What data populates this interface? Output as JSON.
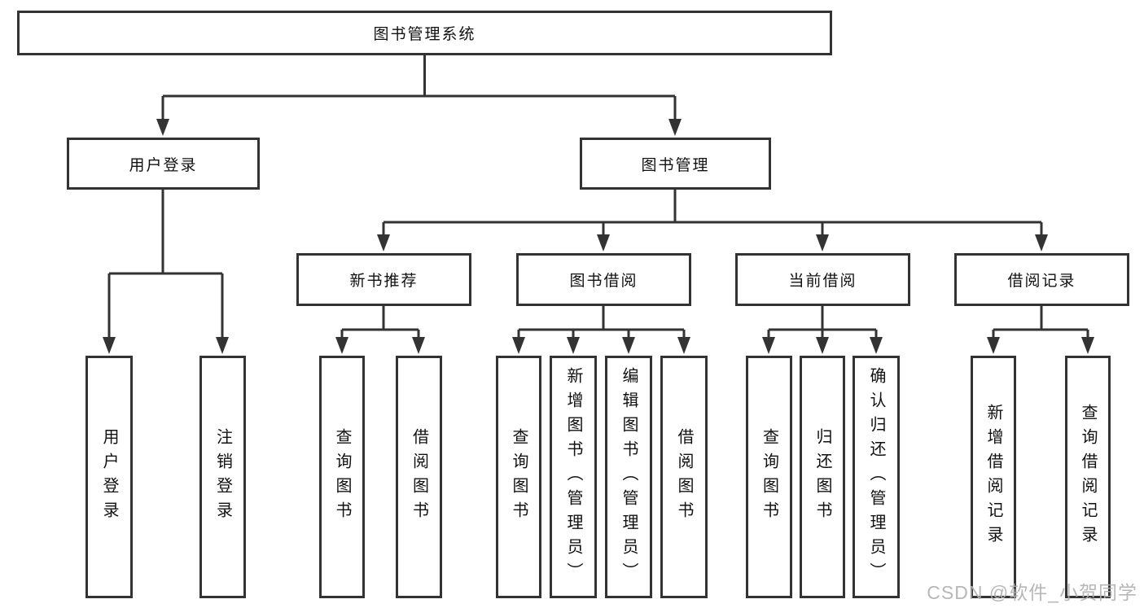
{
  "diagram": {
    "root": {
      "label": "图书管理系统",
      "children": [
        {
          "label": "用户登录",
          "children": [
            {
              "label": "用户登录"
            },
            {
              "label": "注销登录"
            }
          ]
        },
        {
          "label": "图书管理",
          "children": [
            {
              "label": "新书推荐",
              "children": [
                {
                  "label": "查询图书"
                },
                {
                  "label": "借阅图书"
                }
              ]
            },
            {
              "label": "图书借阅",
              "children": [
                {
                  "label": "查询图书"
                },
                {
                  "label": "新增图书（管理员）"
                },
                {
                  "label": "编辑图书（管理员）"
                },
                {
                  "label": "借阅图书"
                }
              ]
            },
            {
              "label": "当前借阅",
              "children": [
                {
                  "label": "查询图书"
                },
                {
                  "label": "归还图书"
                },
                {
                  "label": "确认归还（管理员）"
                }
              ]
            },
            {
              "label": "借阅记录",
              "children": [
                {
                  "label": "新增借阅记录"
                },
                {
                  "label": "查询借阅记录"
                }
              ]
            }
          ]
        }
      ]
    }
  },
  "watermark": {
    "text": "CSDN @软件_小贺同学"
  },
  "colors": {
    "line": "#333333",
    "box_border": "#333333",
    "text": "#111111",
    "watermark": "#b0b0b0",
    "background": "#ffffff"
  }
}
